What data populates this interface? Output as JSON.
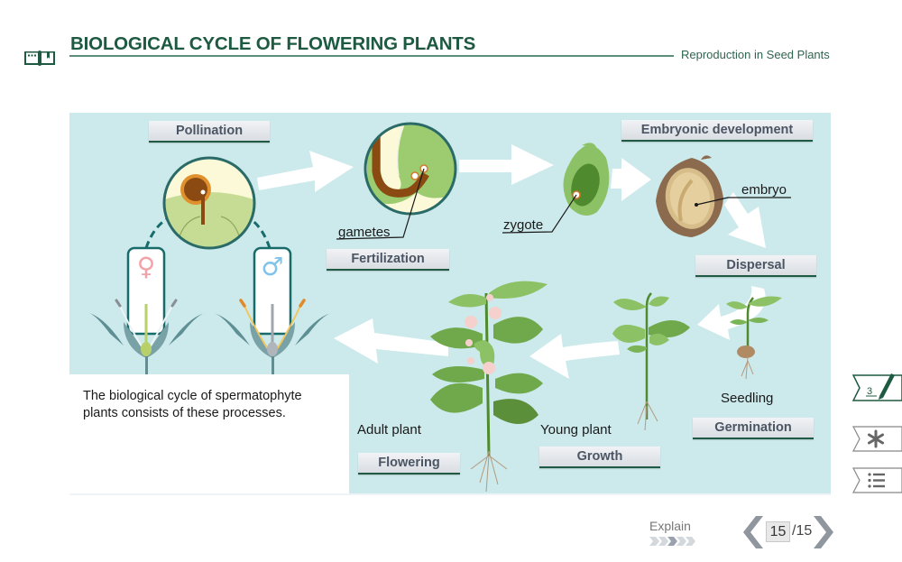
{
  "header": {
    "title": "BIOLOGICAL CYCLE OF FLOWERING PLANTS",
    "section": "Reproduction in Seed Plants",
    "icon": "book-icon"
  },
  "diagram": {
    "stages": {
      "pollination": "Pollination",
      "fertilization": "Fertilization",
      "embryonic": "Embryonic development",
      "dispersal": "Dispersal",
      "germination": "Germination",
      "growth": "Growth",
      "flowering": "Flowering"
    },
    "captions": {
      "gametes": "gametes",
      "zygote": "zygote",
      "embryo": "embryo",
      "seedling": "Seedling",
      "young_plant": "Young plant",
      "adult_plant": "Adult plant"
    },
    "symbols": {
      "female": "♀",
      "male": "♂"
    },
    "colors": {
      "background": "#cce9eb",
      "accent": "#1d5a41",
      "female": "#f3a3a8",
      "male": "#7fc3ea"
    }
  },
  "description": "The biological cycle of spermatophyte plants consists of these processes.",
  "sidebar": {
    "notes_count": "3",
    "items": [
      "notes-icon",
      "star-icon",
      "list-icon"
    ]
  },
  "footer": {
    "explain_label": "Explain",
    "explain_progress": {
      "current": 3,
      "total": 5
    },
    "current_page": "15",
    "total_pages": "/15"
  }
}
